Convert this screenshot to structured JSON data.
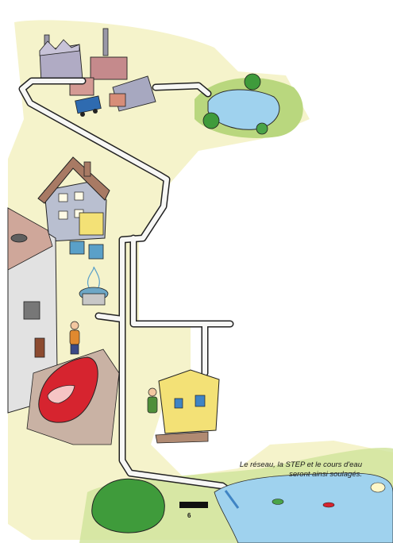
{
  "caption": {
    "line1": "Le réseau, la STEP et le cours d'eau",
    "line2": "seront ainsi soulagés."
  },
  "page_number": "6",
  "colors": {
    "paper": "#ffffff",
    "ground": "#f3f1c2",
    "grass": "#b9d77e",
    "water": "#9fd2ee",
    "pipe": "#f7f7f5",
    "pipe_outline": "#222222",
    "car": "#d6242f",
    "house_wall": "#b9bfd0",
    "roof": "#a87a64",
    "annex": "#f3e176"
  }
}
